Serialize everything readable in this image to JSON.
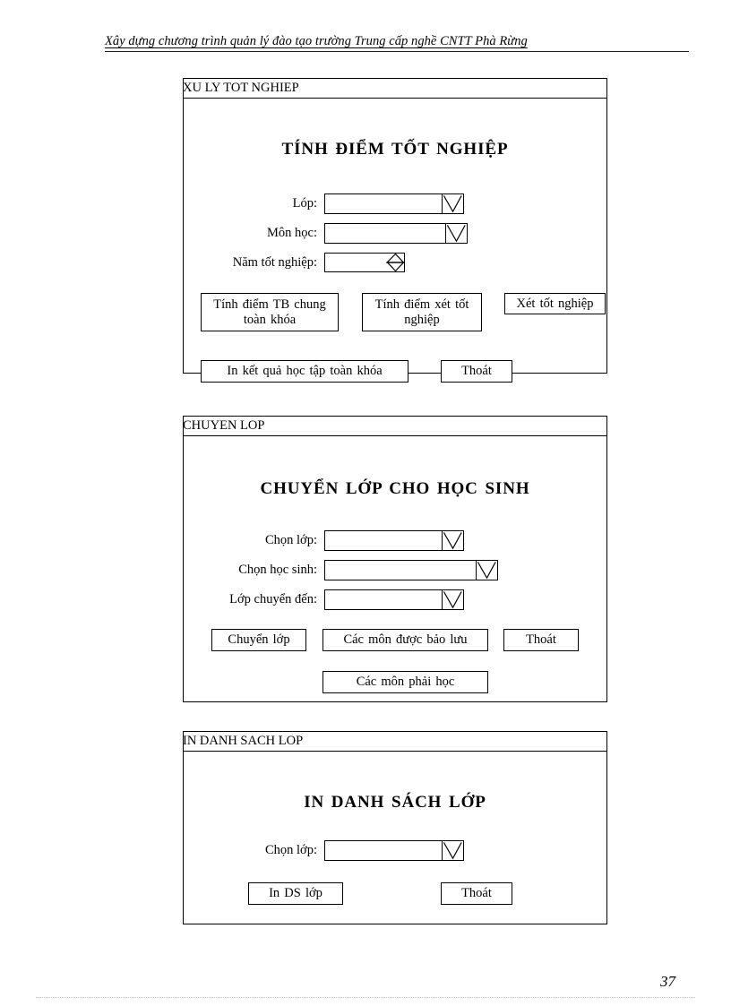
{
  "page": {
    "header_text": "Xây dựng chương trình quản lý đào tạo trường Trung cấp nghề CNTT Phà Rừng",
    "page_number": "37",
    "ink_color": "#000000",
    "paper_color": "#ffffff"
  },
  "forms": [
    {
      "window_title": "XU LY TOT NGHIEP",
      "heading": "TÍNH ĐIỂM TỐT NGHIỆP",
      "fields": [
        {
          "label": "Lóp:",
          "value": "",
          "control": "combobox",
          "arrow_icon": "chevron-down-outline-icon"
        },
        {
          "label": "Môn học:",
          "value": "",
          "control": "combobox",
          "arrow_icon": "chevron-down-outline-icon"
        },
        {
          "label": "Năm tốt nghiệp:",
          "value": "",
          "control": "spinner",
          "arrow_icon": "spinner-up-down-icon"
        }
      ],
      "buttons": [
        {
          "label": "Tính điểm TB chung\ntoàn khóa"
        },
        {
          "label": "Tính điểm xét tốt\nnghiệp"
        },
        {
          "label": "Xét tốt nghiệp"
        },
        {
          "label": "In kết quả học tập toàn khóa"
        },
        {
          "label": "Thoát"
        }
      ]
    },
    {
      "window_title": "CHUYEN LOP",
      "heading": "CHUYỂN LỚP CHO HỌC SINH",
      "fields": [
        {
          "label": "Chọn lớp:",
          "value": "",
          "control": "combobox",
          "arrow_icon": "chevron-down-outline-icon"
        },
        {
          "label": "Chọn học sinh:",
          "value": "",
          "control": "combobox",
          "arrow_icon": "chevron-down-outline-icon"
        },
        {
          "label": "Lớp chuyển đến:",
          "value": "",
          "control": "combobox",
          "arrow_icon": "chevron-down-outline-icon"
        }
      ],
      "buttons": [
        {
          "label": "Chuyển lớp"
        },
        {
          "label": "Các môn được bảo lưu"
        },
        {
          "label": "Thoát"
        },
        {
          "label": "Các môn phải học"
        }
      ]
    },
    {
      "window_title": "IN DANH SACH LOP",
      "heading": "IN DANH SÁCH LỚP",
      "fields": [
        {
          "label": "Chọn lớp:",
          "value": "",
          "control": "combobox",
          "arrow_icon": "chevron-down-outline-icon"
        }
      ],
      "buttons": [
        {
          "label": "In DS lớp"
        },
        {
          "label": "Thoát"
        }
      ]
    }
  ]
}
